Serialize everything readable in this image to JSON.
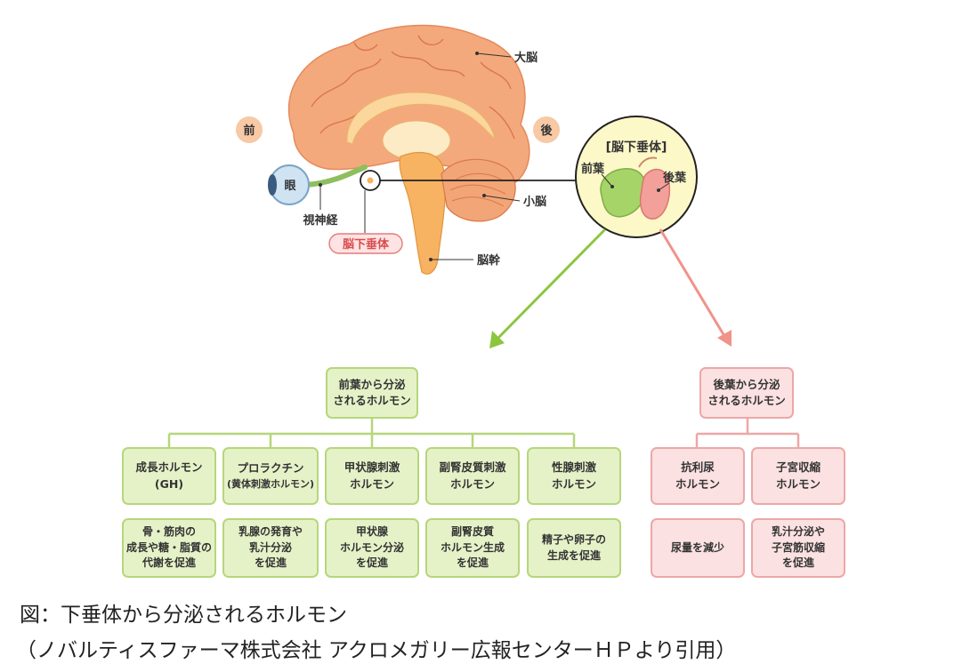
{
  "brain": {
    "front_label": "前",
    "back_label": "後",
    "cerebrum_label": "大脳",
    "eye_label": "眼",
    "optic_nerve_label": "視神経",
    "pituitary_label": "脳下垂体",
    "cerebellum_label": "小脳",
    "brainstem_label": "脳幹"
  },
  "zoom": {
    "title": "[脳下垂体]",
    "anterior_label": "前葉",
    "posterior_label": "後葉"
  },
  "anterior": {
    "header": [
      "前葉から分泌",
      "されるホルモン"
    ],
    "hormones": [
      {
        "name": [
          "成長ホルモン",
          "(GH)"
        ],
        "effect": [
          "骨・筋肉の",
          "成長や糖・脂質の",
          "代謝を促進"
        ]
      },
      {
        "name": [
          "プロラクチン",
          "(黄体刺激ホルモン)"
        ],
        "effect": [
          "乳腺の発育や",
          "乳汁分泌",
          "を促進"
        ]
      },
      {
        "name": [
          "甲状腺刺激",
          "ホルモン"
        ],
        "effect": [
          "甲状腺",
          "ホルモン分泌",
          "を促進"
        ]
      },
      {
        "name": [
          "副腎皮質刺激",
          "ホルモン"
        ],
        "effect": [
          "副腎皮質",
          "ホルモン生成",
          "を促進"
        ]
      },
      {
        "name": [
          "性腺刺激",
          "ホルモン"
        ],
        "effect": [
          "精子や卵子の",
          "生成を促進"
        ]
      }
    ]
  },
  "posterior": {
    "header": [
      "後葉から分泌",
      "されるホルモン"
    ],
    "hormones": [
      {
        "name": [
          "抗利尿",
          "ホルモン"
        ],
        "effect": [
          "尿量を減少"
        ]
      },
      {
        "name": [
          "子宮収縮",
          "ホルモン"
        ],
        "effect": [
          "乳汁分泌や",
          "子宮筋収縮",
          "を促進"
        ]
      }
    ]
  },
  "caption": {
    "line1": "図：下垂体から分泌されるホルモン",
    "line2": "（ノバルティスファーマ株式会社 アクロメガリー広報センターＨＰより引用）"
  },
  "colors": {
    "anterior_fill": "#e5f2c8",
    "anterior_border": "#b6d67a",
    "anterior_arrow": "#8cc63f",
    "posterior_fill": "#fbe1e1",
    "posterior_border": "#eda7a7",
    "posterior_arrow": "#f0938a",
    "cerebrum": "#f4a97c",
    "brainstem": "#f7b262",
    "zoom_circle": "#fdf8c8"
  }
}
